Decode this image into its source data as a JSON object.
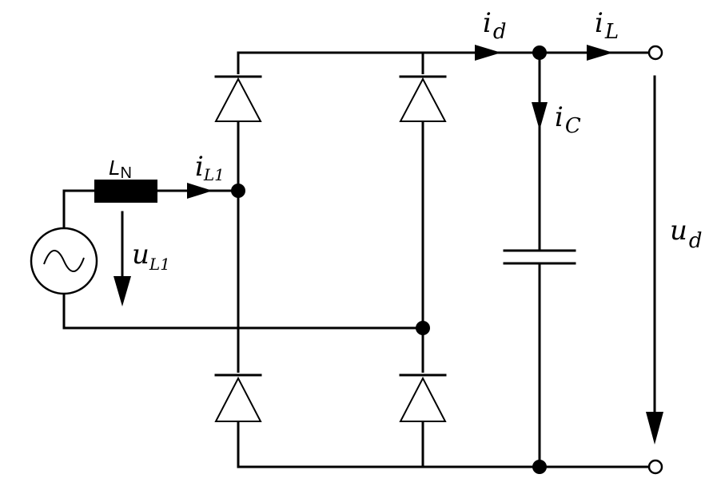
{
  "labels": {
    "inductor_main": "L",
    "inductor_sub": "N",
    "i_l1_main": "i",
    "i_l1_sub": "L1",
    "u_l1_main": "u",
    "u_l1_sub": "L1",
    "i_d_main": "i",
    "i_d_sub": "d",
    "i_l_main": "i",
    "i_l_sub": "L",
    "i_c_main": "i",
    "i_c_sub": "C",
    "u_d_main": "u",
    "u_d_sub": "d"
  }
}
